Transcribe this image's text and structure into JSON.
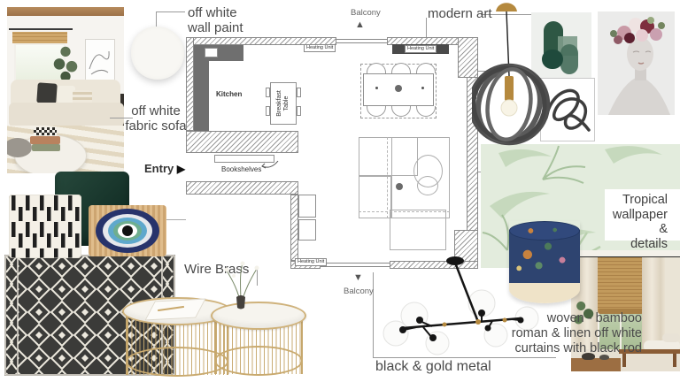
{
  "labels": {
    "wall_paint": "off white\nwall paint",
    "fabric_sofa": "off white\nfabric sofa",
    "entry": "Entry",
    "modern_art": "modern art",
    "wire_brass": "Wire Brass",
    "tropical_wallpaper": "Tropical\nwallpaper &\ndetails",
    "curtains": "woven - bamboo\nroman & linen off white\ncurtains with black rod",
    "black_gold_metal": "black & gold metal",
    "balcony_top": "Balcony",
    "balcony_bottom": "Balcony"
  },
  "floor_plan": {
    "kitchen": "Kitchen",
    "breakfast_table": "Breakfast\nTable",
    "bookshelves": "Bookshelves",
    "heating_unit_top_left": "Heating Unit",
    "heating_unit_top_right": "Heating Unit",
    "heating_unit_bottom": "Heating Unit"
  },
  "icons": {
    "entry_arrow": "▶",
    "balcony_arrow_up": "▲",
    "balcony_arrow_down": "▼"
  },
  "colors": {
    "wall_paint_swatch": "#f8f7f3",
    "brass_gold": "#c9a86b",
    "pillow_dark_green": "#1d3d31",
    "evil_eye_navy": "#27336b",
    "rug_charcoal": "#3b3b39",
    "wallpaper_sage": "#d9e6d2",
    "label_text": "#4a4a4a"
  }
}
